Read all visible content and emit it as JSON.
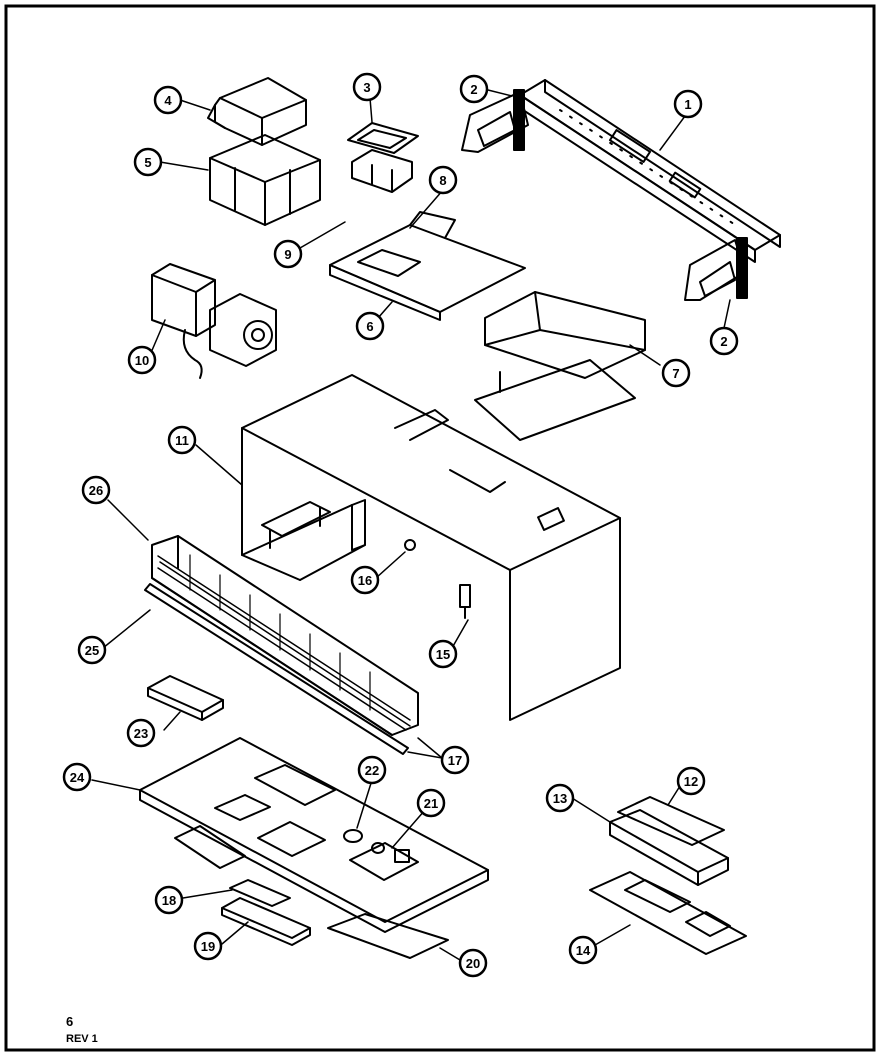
{
  "colors": {
    "ink": "#000000",
    "paper": "#ffffff",
    "shade": "#444444"
  },
  "callouts": [
    {
      "id": "1",
      "label": "1"
    },
    {
      "id": "2a",
      "label": "2"
    },
    {
      "id": "2b",
      "label": "2"
    },
    {
      "id": "3",
      "label": "3"
    },
    {
      "id": "4",
      "label": "4"
    },
    {
      "id": "5",
      "label": "5"
    },
    {
      "id": "6",
      "label": "6"
    },
    {
      "id": "7",
      "label": "7"
    },
    {
      "id": "8",
      "label": "8"
    },
    {
      "id": "9",
      "label": "9"
    },
    {
      "id": "10",
      "label": "10"
    },
    {
      "id": "11",
      "label": "11"
    },
    {
      "id": "12",
      "label": "12"
    },
    {
      "id": "13",
      "label": "13"
    },
    {
      "id": "14",
      "label": "14"
    },
    {
      "id": "15",
      "label": "15"
    },
    {
      "id": "16",
      "label": "16"
    },
    {
      "id": "17",
      "label": "17"
    },
    {
      "id": "18",
      "label": "18"
    },
    {
      "id": "19",
      "label": "19"
    },
    {
      "id": "20",
      "label": "20"
    },
    {
      "id": "21",
      "label": "21"
    },
    {
      "id": "22",
      "label": "22"
    },
    {
      "id": "23",
      "label": "23"
    },
    {
      "id": "24",
      "label": "24"
    },
    {
      "id": "25",
      "label": "25"
    },
    {
      "id": "26",
      "label": "26"
    }
  ],
  "footer": {
    "page": "6",
    "revision": "REV 1"
  }
}
